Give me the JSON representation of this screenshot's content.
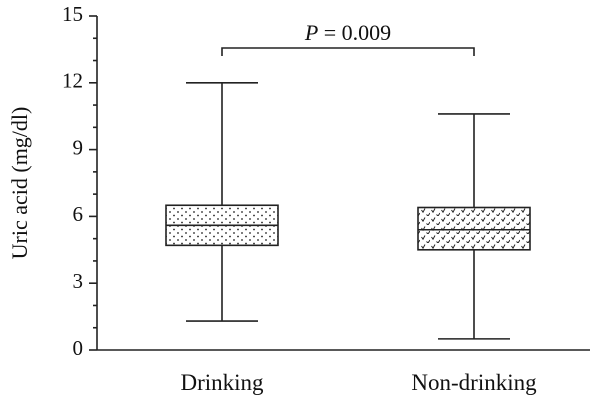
{
  "chart_data": {
    "type": "box",
    "title": "",
    "xlabel": "",
    "ylabel": "Uric acid (mg/dl)",
    "ylim": [
      0,
      15
    ],
    "yticks": [
      0,
      3,
      6,
      9,
      12,
      15
    ],
    "categories": [
      "Drinking",
      "Non-drinking"
    ],
    "boxes": [
      {
        "category": "Drinking",
        "min": 1.3,
        "q1": 4.7,
        "median": 5.6,
        "q3": 6.5,
        "max": 12.0,
        "pattern": "dots"
      },
      {
        "category": "Non-drinking",
        "min": 0.5,
        "q1": 4.5,
        "median": 5.4,
        "q3": 6.4,
        "max": 10.6,
        "pattern": "checks"
      }
    ],
    "annotation": {
      "p_label": "P",
      "p_value": "= 0.009"
    },
    "grid": false
  }
}
